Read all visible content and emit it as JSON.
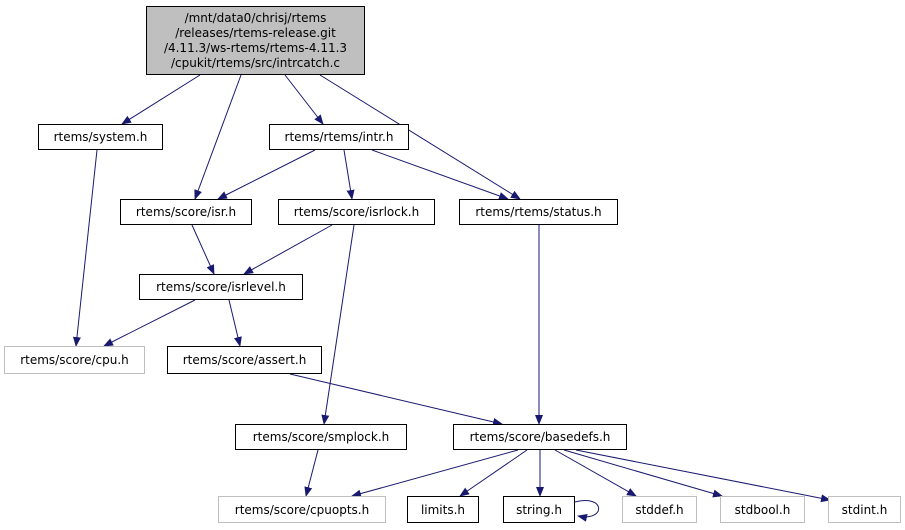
{
  "root": {
    "lines": [
      "/mnt/data0/chrisj/rtems",
      "/releases/rtems-release.git",
      "/4.11.3/ws-rtems/rtems-4.11.3",
      "/cpukit/rtems/src/intrcatch.c"
    ]
  },
  "nodes": {
    "system": "rtems/system.h",
    "intr": "rtems/rtems/intr.h",
    "isr": "rtems/score/isr.h",
    "isrlock": "rtems/score/isrlock.h",
    "status": "rtems/rtems/status.h",
    "isrlevel": "rtems/score/isrlevel.h",
    "cpu": "rtems/score/cpu.h",
    "assert": "rtems/score/assert.h",
    "smplock": "rtems/score/smplock.h",
    "basedefs": "rtems/score/basedefs.h",
    "cpuopts": "rtems/score/cpuopts.h",
    "limits": "limits.h",
    "string": "string.h",
    "stddef": "stddef.h",
    "stdbool": "stdbool.h",
    "stdint": "stdint.h"
  },
  "colors": {
    "edge": "#191970",
    "root_fill": "#bfbfbf",
    "node_border": "#000000",
    "external_border": "#bfbfbf"
  }
}
